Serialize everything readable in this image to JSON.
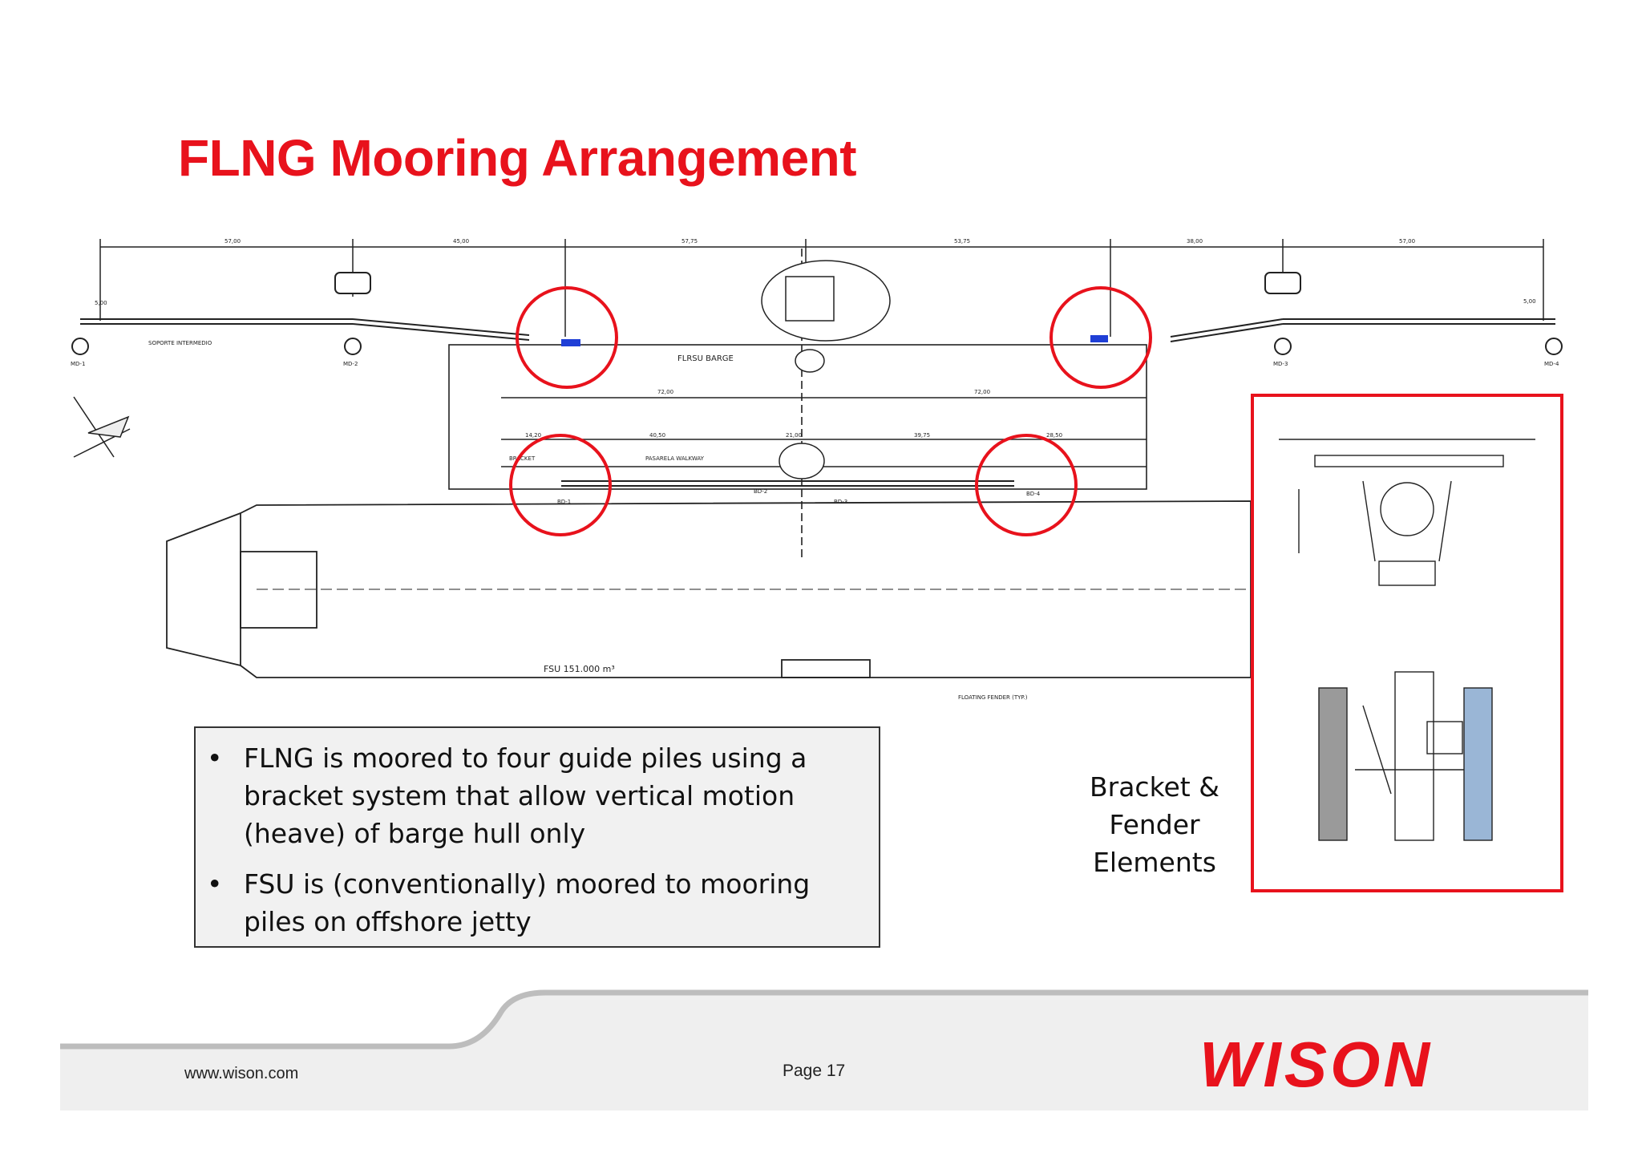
{
  "slide": {
    "title": "FLNG Mooring Arrangement",
    "bullets": [
      "FLNG is moored to four guide piles using a bracket system that allow vertical motion (heave) of barge hull only",
      "FSU is (conventionally) moored to mooring piles on offshore jetty"
    ],
    "caption": "Bracket & Fender Elements",
    "footer": {
      "url": "www.wison.com",
      "page": "Page 17",
      "logo": "WISON"
    }
  },
  "drawing": {
    "barge_label": "FLRSU BARGE",
    "fsu_label": "FSU 151.000 m³",
    "top_dims": [
      "57,00",
      "45,00",
      "57,75",
      "53,75",
      "38,00",
      "57,00"
    ],
    "mid_dims": [
      "72,00",
      "72,00"
    ],
    "lower_dims": [
      "14,20",
      "40,50",
      "21,00",
      "39,75",
      "28,50"
    ],
    "left_dim": "5,00",
    "right_dim": "5,00",
    "pile_tags": [
      "MD-1",
      "MD-2",
      "MD-3",
      "MD-4"
    ],
    "lower_tags": [
      "BD-1",
      "BD-2",
      "BD-3",
      "BD-4"
    ],
    "notes": [
      "FLOATING FENDER (TYP.)",
      "BRACKET",
      "PASARELA WALKWAY",
      "SOPORTE INTERMEDIO"
    ],
    "colors": {
      "highlight": "#e8121c",
      "line": "#222222",
      "blue": "#1f3fd6"
    }
  }
}
